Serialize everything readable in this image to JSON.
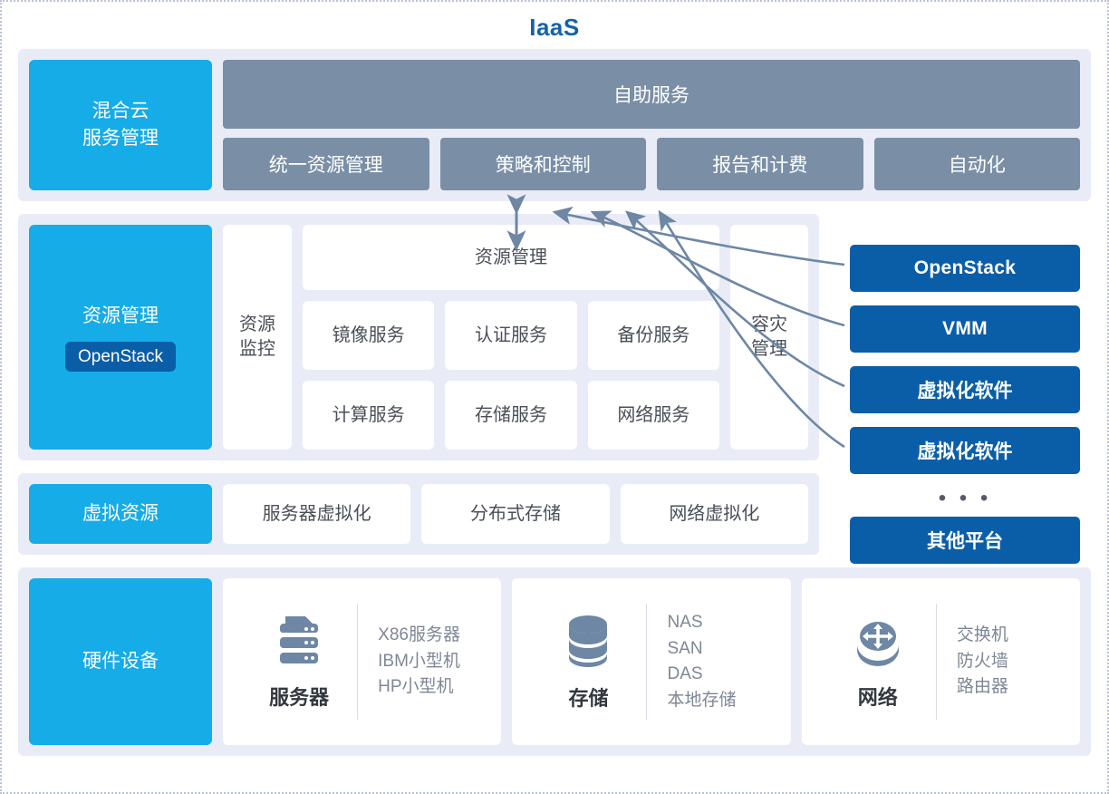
{
  "title": "IaaS",
  "colors": {
    "accent_light_blue": "#15ace8",
    "accent_dark_blue": "#0a5ea8",
    "gray_blue": "#7a8fa6",
    "band_bg": "#e9ecf6",
    "title_blue": "#1463a8",
    "arrow": "#6d87a4"
  },
  "hybrid": {
    "label": "混合云\n服务管理",
    "label_line1": "混合云",
    "label_line2": "服务管理",
    "self_service": "自助服务",
    "items": [
      "统一资源管理",
      "策略和控制",
      "报告和计费",
      "自动化"
    ]
  },
  "resource": {
    "label": "资源管理",
    "badge": "OpenStack",
    "monitor_line1": "资源",
    "monitor_line2": "监控",
    "top_card": "资源管理",
    "services_row1": [
      "镜像服务",
      "认证服务",
      "备份服务"
    ],
    "services_row2": [
      "计算服务",
      "存储服务",
      "网络服务"
    ],
    "dr_line1": "容灾",
    "dr_line2": "管理"
  },
  "platforms": {
    "items": [
      "OpenStack",
      "VMM",
      "虚拟化软件",
      "虚拟化软件"
    ],
    "ellipsis": "• • •",
    "other": "其他平台"
  },
  "virtual": {
    "label": "虚拟资源",
    "items": [
      "服务器虚拟化",
      "分布式存储",
      "网络虚拟化"
    ]
  },
  "hardware": {
    "label": "硬件设备",
    "cards": [
      {
        "icon": "server-icon",
        "name": "服务器",
        "list": [
          "X86服务器",
          "IBM小型机",
          "HP小型机"
        ]
      },
      {
        "icon": "database-icon",
        "name": "存储",
        "list": [
          "NAS",
          "SAN",
          "DAS",
          "本地存储"
        ]
      },
      {
        "icon": "router-icon",
        "name": "网络",
        "list": [
          "交换机",
          "防火墙",
          "路由器"
        ]
      }
    ]
  }
}
